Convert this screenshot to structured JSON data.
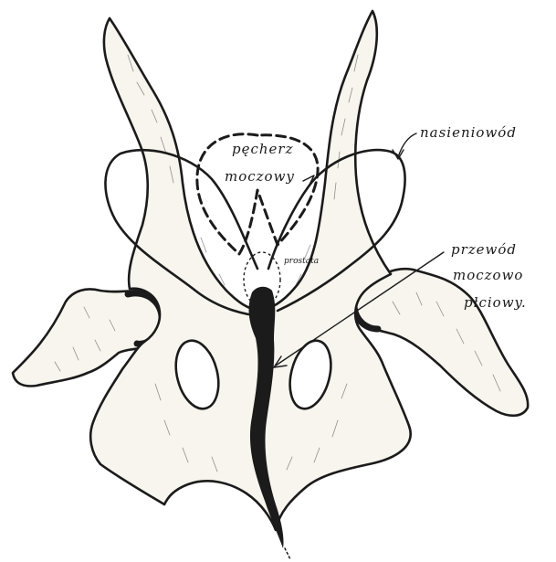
{
  "labels": {
    "bladder": [
      "pęcherz",
      "moczowy"
    ],
    "vas_deferens": "nasieniowód",
    "prostate": "prostata",
    "urogenital_duct": [
      "przewód",
      "moczowo",
      "płciowy."
    ]
  },
  "colors": {
    "ink": "#1b1b1b",
    "bone_fill": "#f7f5ee",
    "background": "#ffffff"
  }
}
